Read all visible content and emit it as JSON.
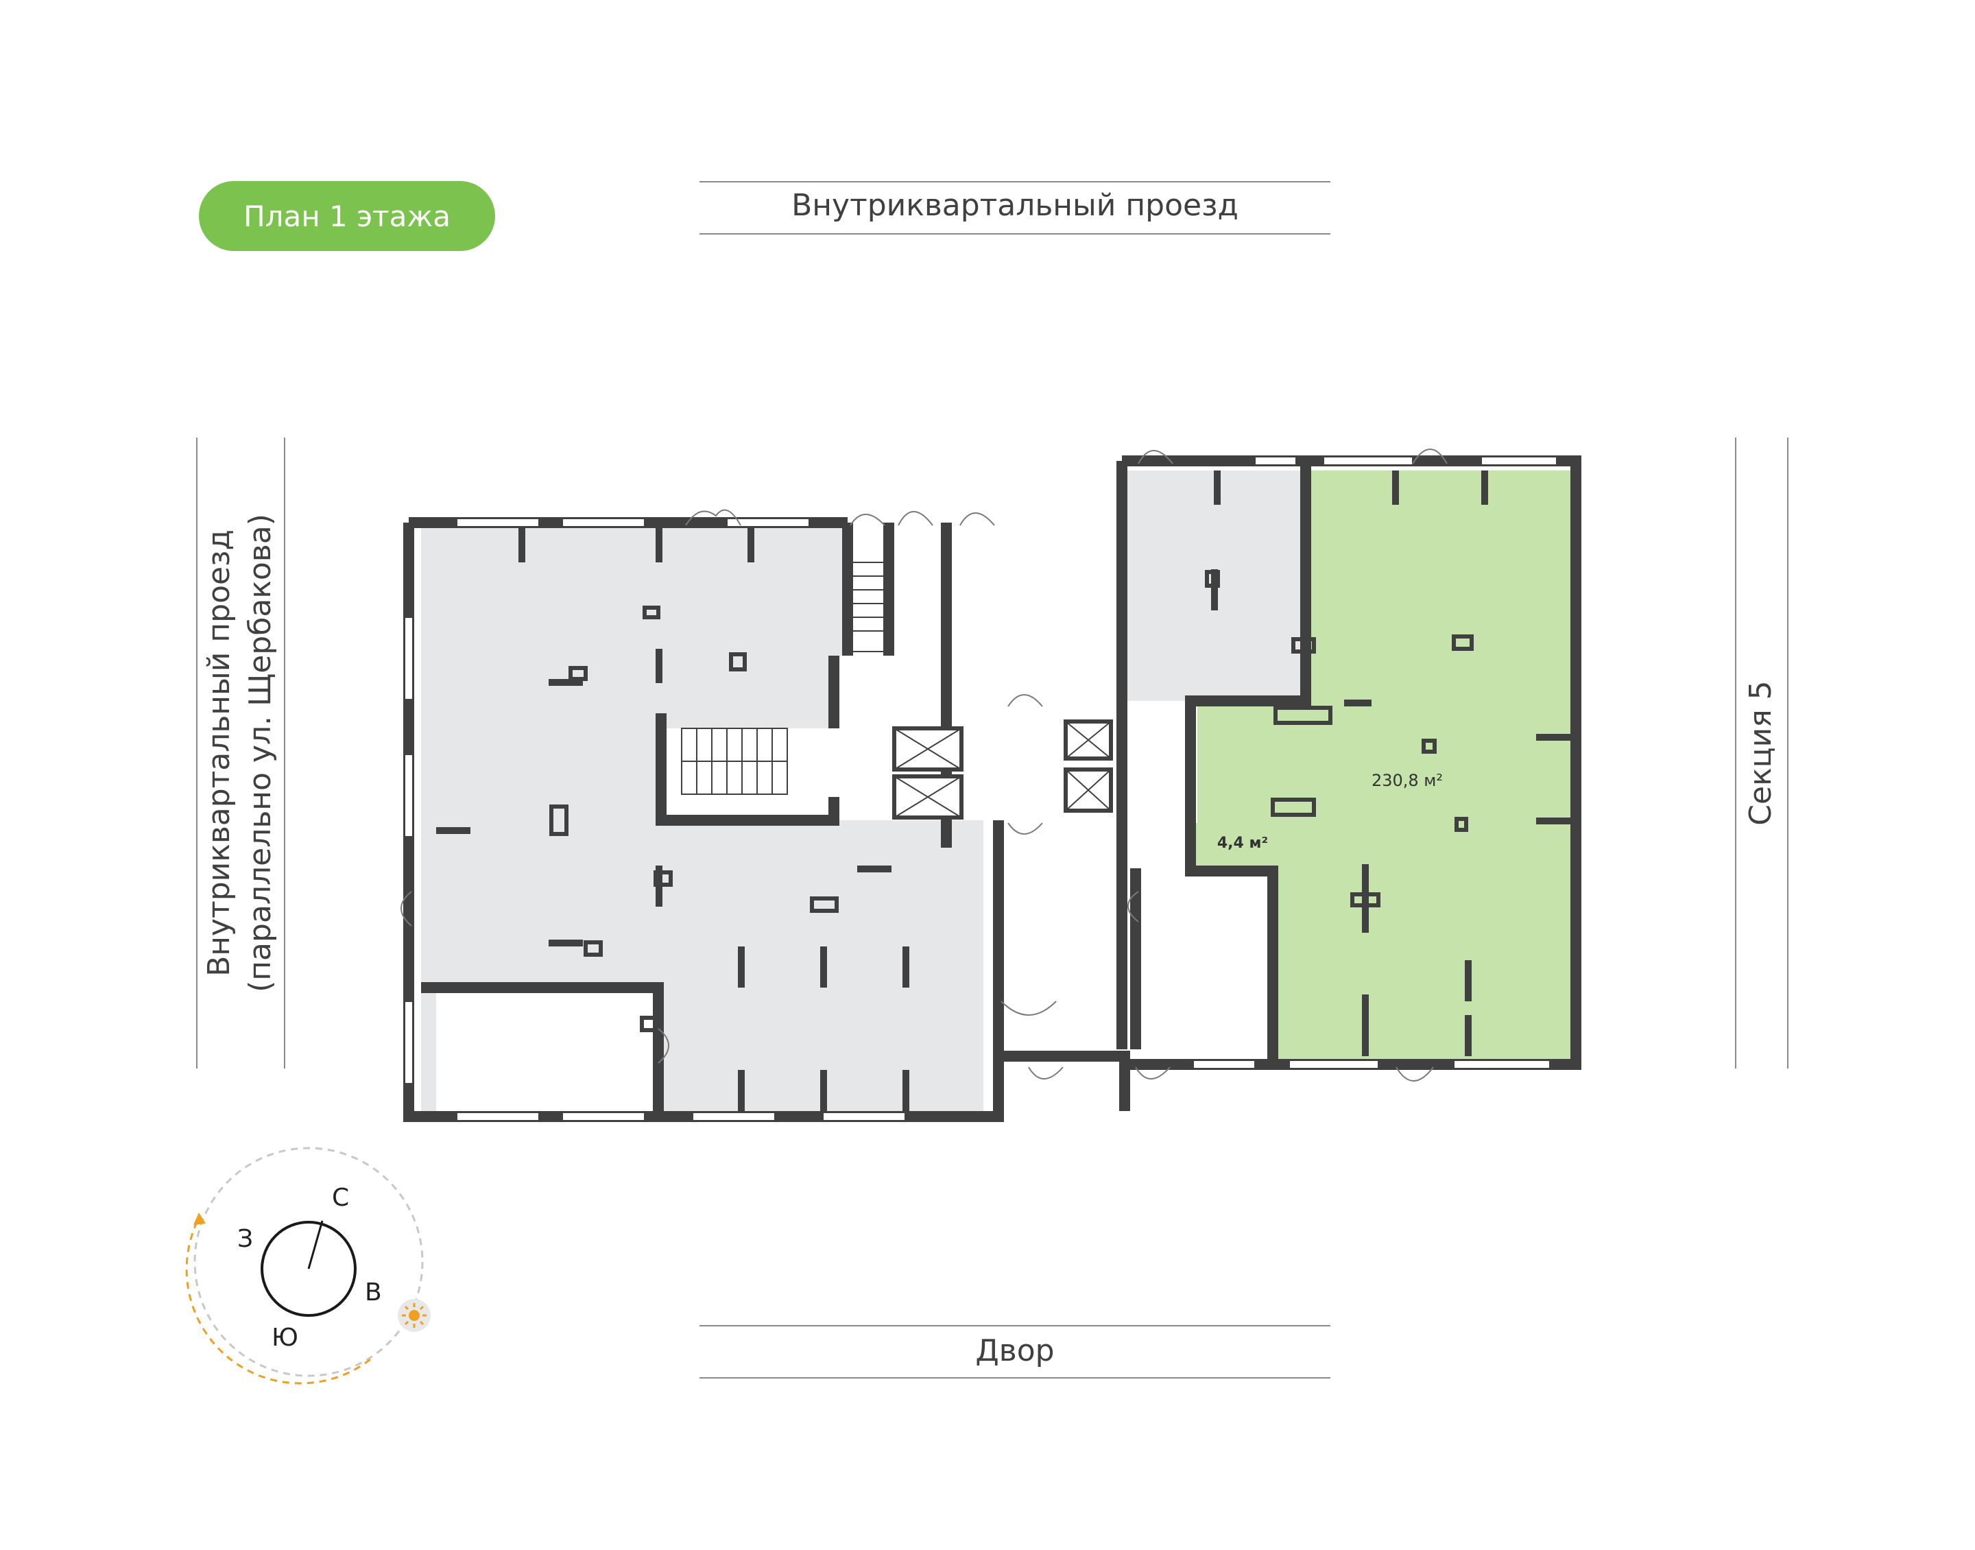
{
  "badge": {
    "label": "План 1 этажа",
    "color": "#7cc24e"
  },
  "streets": {
    "top": "Внутриквартальный проезд",
    "bottom": "Двор",
    "left_line1": "Внутриквартальный проезд",
    "left_line2": "(параллельно ул. Щербакова)",
    "right": "Секция 5"
  },
  "units": {
    "main_area": "230,8 м²",
    "small_area": "4,4 м²",
    "highlight_fill": "#c5e3ab",
    "common_fill": "#e6e7e9",
    "wall_color": "#404040"
  },
  "compass": {
    "north": "С",
    "east": "В",
    "south": "Ю",
    "west": "З",
    "sun_color": "#f0a020"
  }
}
